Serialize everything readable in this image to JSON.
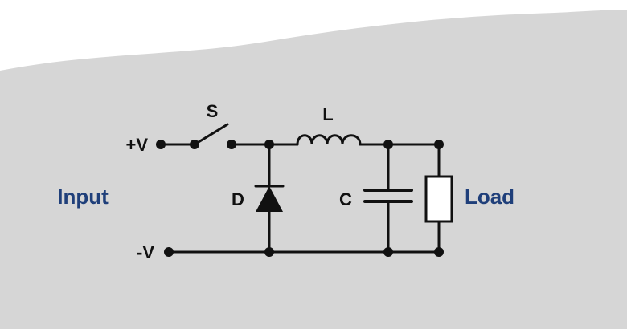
{
  "diagram": {
    "labels": {
      "plus_v": "+V",
      "minus_v": "-V",
      "switch": "S",
      "inductor": "L",
      "diode": "D",
      "capacitor": "C",
      "input": "Input",
      "load": "Load"
    },
    "colors": {
      "background": "#d6d6d6",
      "wire": "#111111",
      "terminal_label": "#111111",
      "side_label": "#1f3f7a"
    }
  }
}
